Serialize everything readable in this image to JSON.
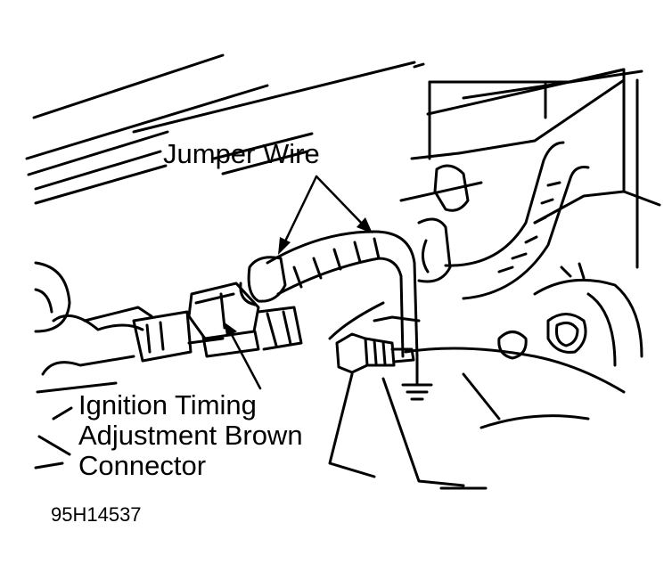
{
  "figure": {
    "callouts": {
      "jumper_wire": "Jumper Wire",
      "connector_line1": "Ignition Timing",
      "connector_line2": "Adjustment Brown",
      "connector_line3": "Connector"
    },
    "figure_code": "95H14537"
  }
}
